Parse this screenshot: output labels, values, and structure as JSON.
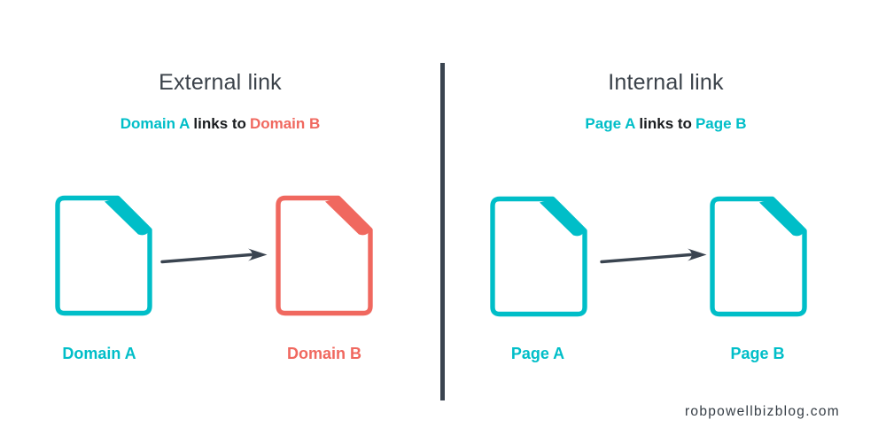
{
  "colors": {
    "teal": "#00BEC8",
    "red": "#F0685F",
    "slate": "#3A4450",
    "heading": "#3B424A",
    "body": "#191C1F",
    "watermark": "#343C44",
    "bg": "#FFFFFF"
  },
  "panels": [
    {
      "id": "external",
      "title": "External link",
      "subtitle_source": "Domain A",
      "subtitle_middle": "links to",
      "subtitle_target": "Domain B",
      "source_label": "Domain A",
      "target_label": "Domain B",
      "source_color": "teal",
      "target_color": "red"
    },
    {
      "id": "internal",
      "title": "Internal link",
      "subtitle_source": "Page A",
      "subtitle_middle": "links to",
      "subtitle_target": "Page B",
      "source_label": "Page A",
      "target_label": "Page B",
      "source_color": "teal",
      "target_color": "teal"
    }
  ],
  "footer": {
    "site": "robpowellbizblog.com"
  }
}
